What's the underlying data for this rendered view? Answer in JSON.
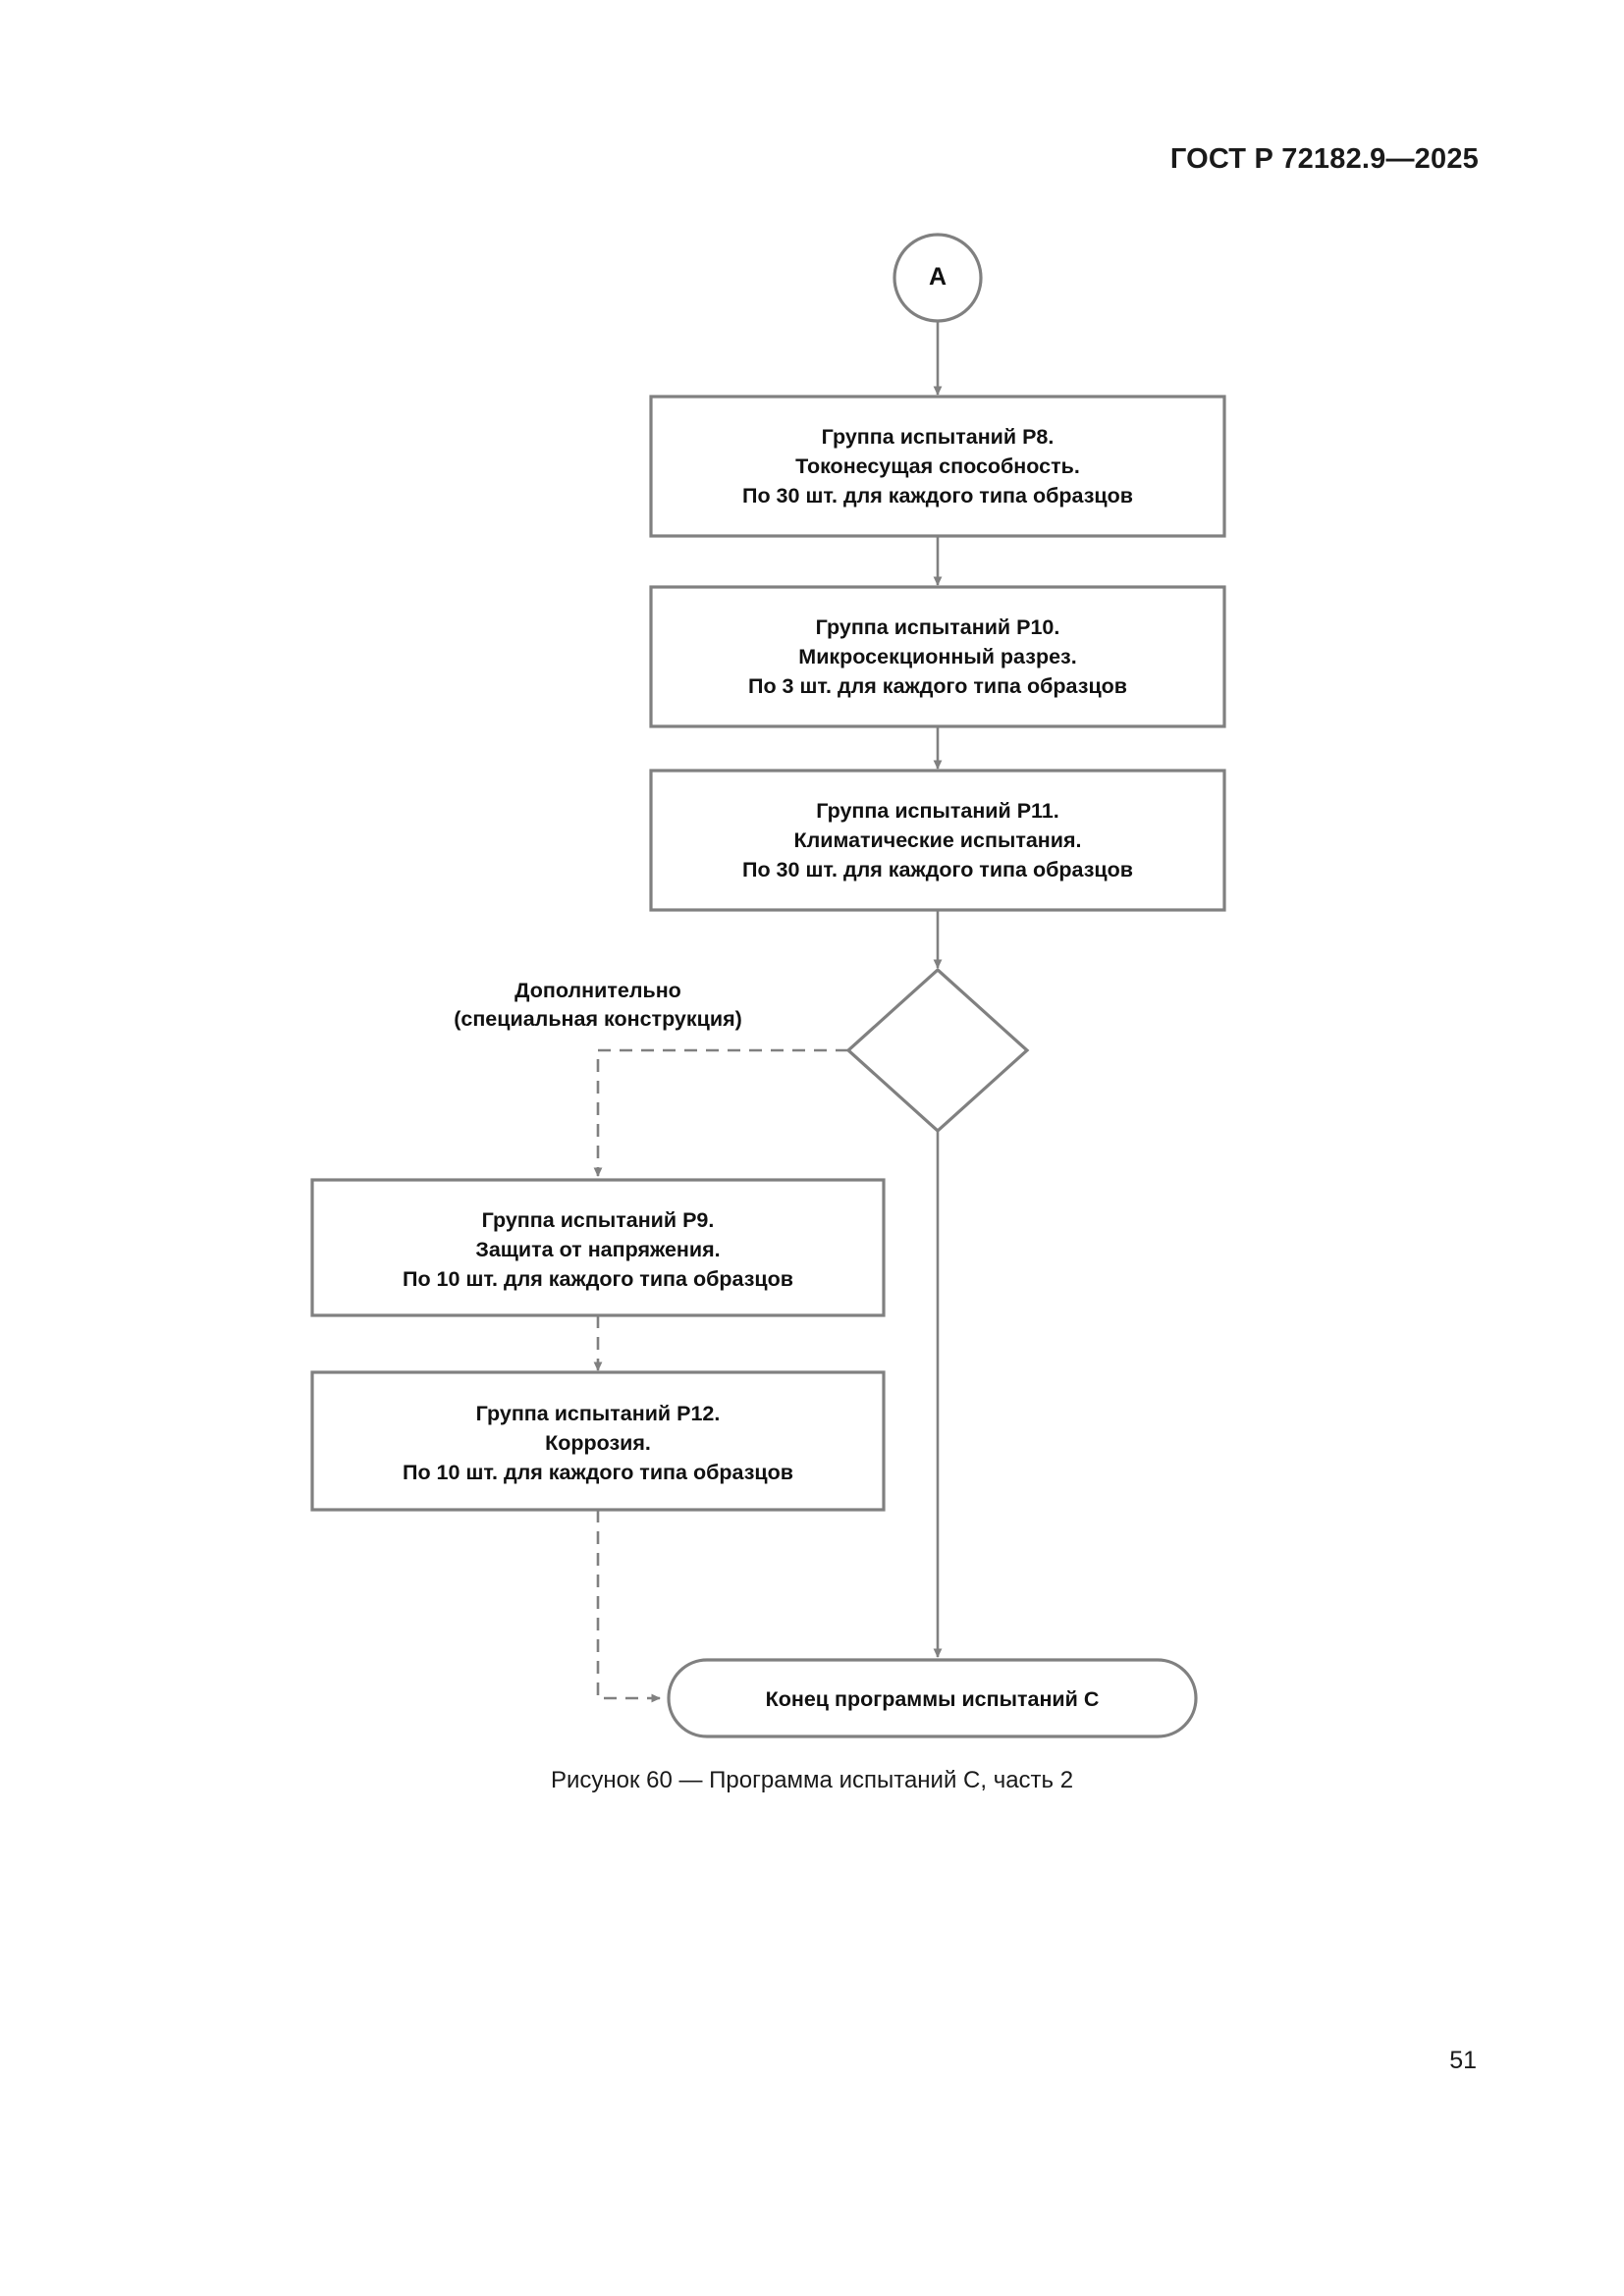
{
  "document": {
    "header": "ГОСТ Р 72182.9—2025",
    "page_number": "51",
    "caption": "Рисунок 60 — Программа испытаний С, часть 2"
  },
  "colors": {
    "stroke": "#808080",
    "text": "#111111",
    "background": "#ffffff"
  },
  "flowchart": {
    "type": "flowchart",
    "connector_in": {
      "shape": "circle",
      "label": "A"
    },
    "branch_label": "Дополнительно\n(специальная конструкция)",
    "decision": {
      "shape": "diamond",
      "label": ""
    },
    "main_nodes": [
      {
        "id": "p8",
        "shape": "rectangle",
        "line1": "Группа испытаний Р8.",
        "line2": "Токонесущая способность.",
        "line3": "По 30 шт. для каждого типа образцов"
      },
      {
        "id": "p10",
        "shape": "rectangle",
        "line1": "Группа испытаний Р10.",
        "line2": "Микросекционный разрез.",
        "line3": "По 3 шт. для каждого типа образцов"
      },
      {
        "id": "p11",
        "shape": "rectangle",
        "line1": "Группа испытаний Р11.",
        "line2": "Климатические испытания.",
        "line3": "По 30 шт. для каждого типа образцов"
      }
    ],
    "optional_nodes": [
      {
        "id": "p9",
        "shape": "rectangle",
        "line1": "Группа испытаний Р9.",
        "line2": "Защита от напряжения.",
        "line3": "По 10 шт. для каждого типа образцов"
      },
      {
        "id": "p12",
        "shape": "rectangle",
        "line1": "Группа испытаний Р12.",
        "line2": "Коррозия.",
        "line3": "По 10 шт. для каждого типа образцов"
      }
    ],
    "terminal": {
      "shape": "stadium",
      "label": "Конец программы испытаний С"
    }
  }
}
